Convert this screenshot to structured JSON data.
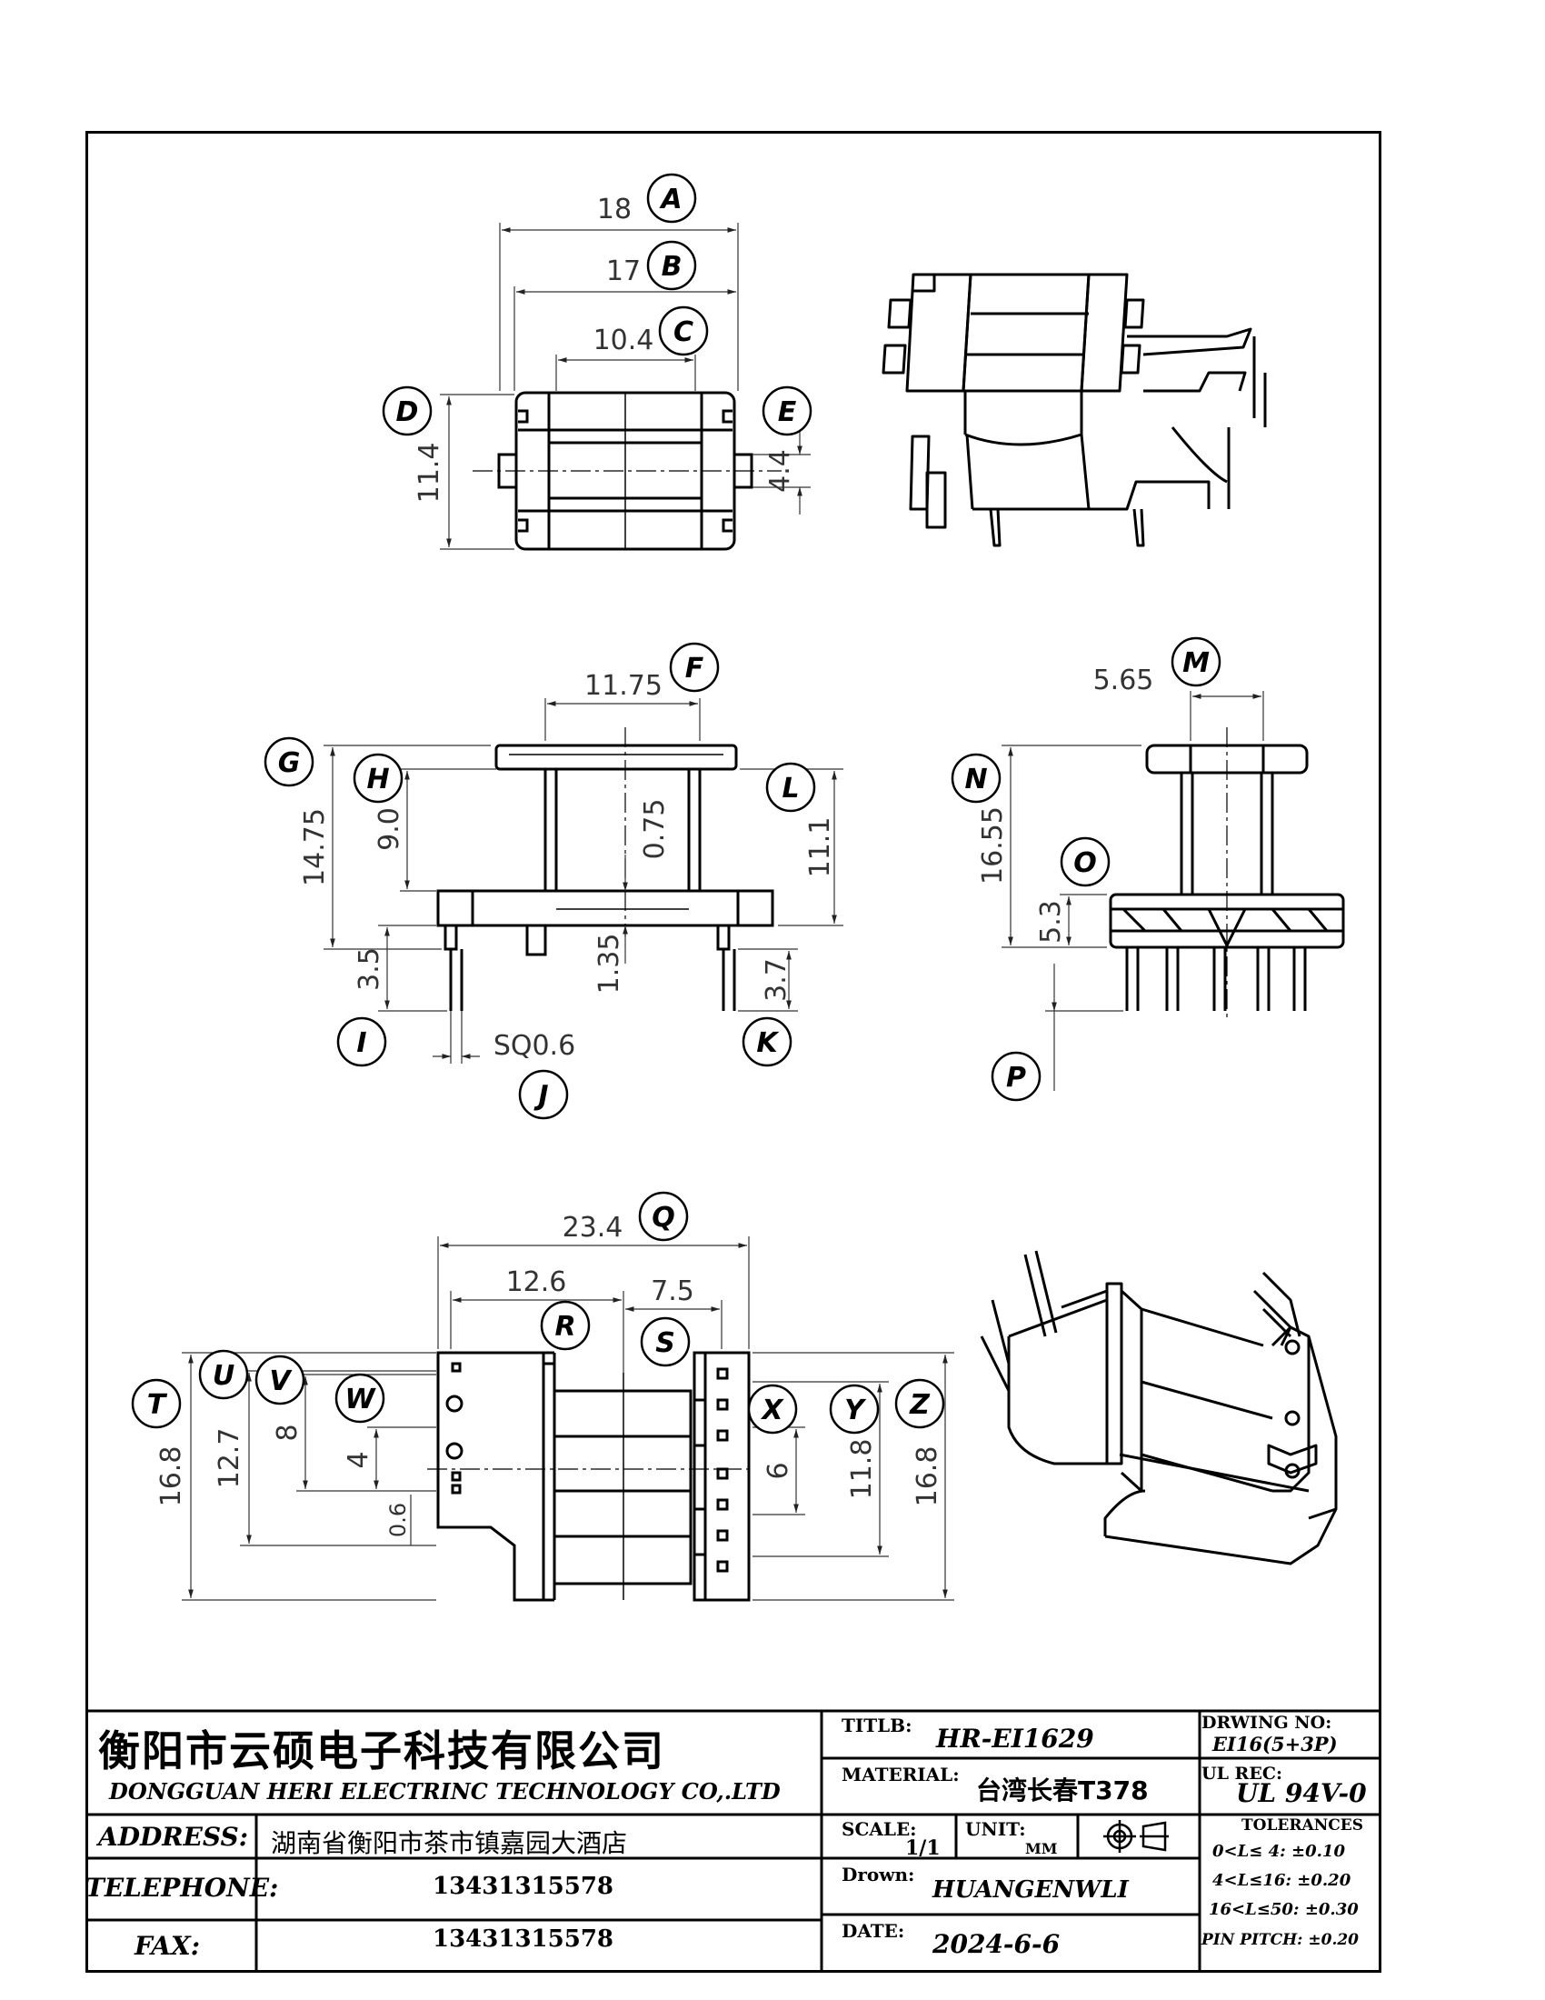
{
  "dimensions": {
    "A": "18",
    "B": "17",
    "C": "10.4",
    "D": "11.4",
    "E": "4.4",
    "F": "11.75",
    "G": "14.75",
    "H": "9.0",
    "I": "3.5",
    "J": "SQ0.6",
    "K": "3.7",
    "L": "11.1",
    "mid_top": "0.75",
    "mid_bottom": "1.35",
    "M": "5.65",
    "N": "16.55",
    "O": "5.3",
    "Q": "23.4",
    "R": "12.6",
    "S": "7.5",
    "T": "16.8",
    "U": "12.7",
    "V": "8",
    "W": "4",
    "pin_gap": "0.6",
    "X": "6",
    "Y": "11.8",
    "Z": "16.8"
  },
  "title_block": {
    "company_cn": "衡阳市云硕电子科技有限公司",
    "company_en": "DONGGUAN HERI ELECTRINC TECHNOLOGY CO,.LTD",
    "address_label": "ADDRESS:",
    "address_value": "湖南省衡阳市茶市镇嘉园大酒店",
    "telephone_label": "TELEPHONE:",
    "telephone_value": "13431315578",
    "fax_label": "FAX:",
    "fax_value": "13431315578",
    "title_label": "TITLB:",
    "title_value": "HR-EI1629",
    "material_label": "MATERIAL:",
    "material_value": "台湾长春T378",
    "scale_label": "SCALE:",
    "scale_value": "1/1",
    "unit_label": "UNIT:",
    "unit_value": "MM",
    "drawn_label": "Drown:",
    "drawn_value": "HUANGENWLI",
    "date_label": "DATE:",
    "date_value": "2024-6-6",
    "drawing_no_label": "DRWING NO:",
    "drawing_no_value": "EI16(5+3P)",
    "ul_label": "UL REC:",
    "ul_value": "UL 94V-0",
    "tolerances_label": "TOLERANCES",
    "tol_1": "0<L≤ 4:  ±0.10",
    "tol_2": "4<L≤16:  ±0.20",
    "tol_3": "16<L≤50:  ±0.30",
    "pin_pitch": "PIN PITCH:  ±0.20"
  }
}
